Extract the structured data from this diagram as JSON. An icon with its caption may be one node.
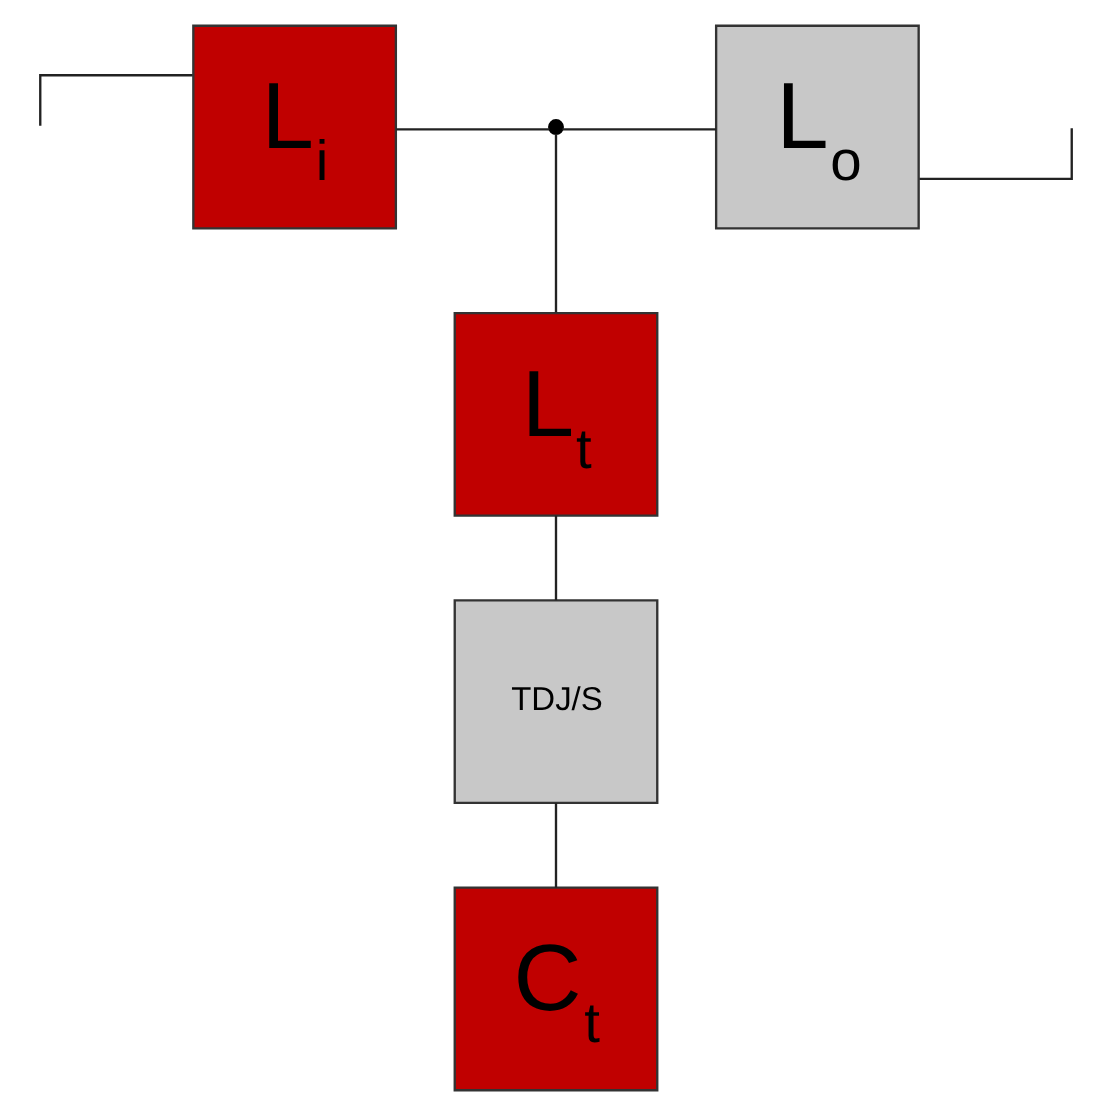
{
  "diagram": {
    "nodes": [
      {
        "text": [
          "L$_{i}$"
        ]
      },
      {
        "text": [],
        "shape": "circle"
      },
      {
        "text": [
          "L$_{o}$"
        ]
      },
      {
        "text": [
          "L$_{t}$"
        ]
      },
      {
        "text": [
          "TDJ/S"
        ]
      },
      {
        "text": [
          "C$_{t}$"
        ]
      }
    ],
    "edges": [
      {
        "from": null,
        "to": 0,
        "arrow": "none"
      },
      {
        "from": 0,
        "to": 1,
        "arrow": "none"
      },
      {
        "from": 1,
        "to": 2,
        "arrow": "none"
      },
      {
        "from": 2,
        "to": null,
        "arrow": "none"
      },
      {
        "from": 1,
        "to": 3,
        "arrow": "none"
      },
      {
        "from": 3,
        "to": 4,
        "arrow": "none"
      },
      {
        "from": 4,
        "to": 5,
        "arrow": "none"
      }
    ]
  }
}
